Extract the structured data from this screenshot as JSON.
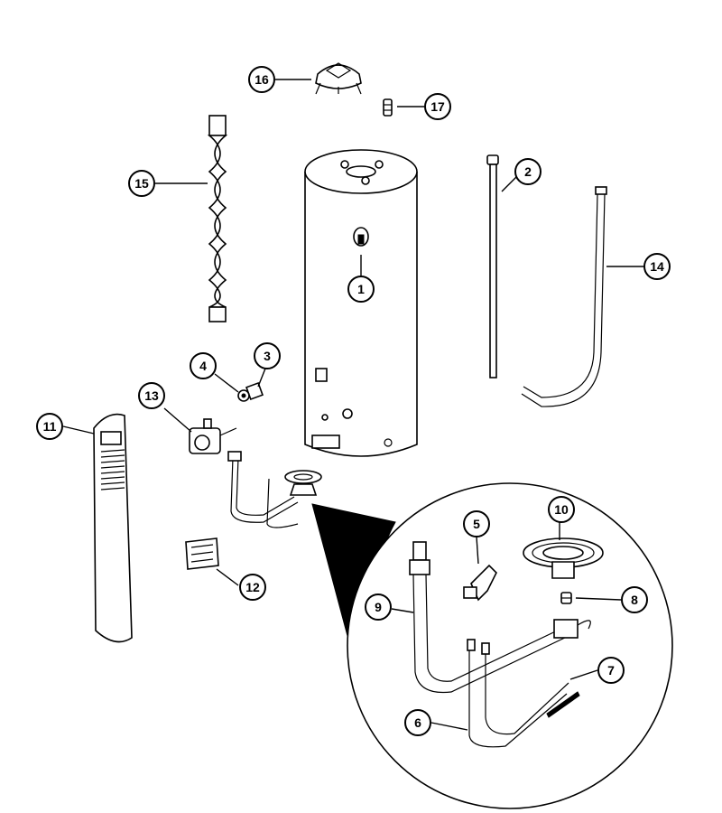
{
  "colors": {
    "line": "#000000",
    "background": "#ffffff"
  },
  "callouts": [
    {
      "id": "1",
      "label": "1"
    },
    {
      "id": "2",
      "label": "2"
    },
    {
      "id": "3",
      "label": "3"
    },
    {
      "id": "4",
      "label": "4"
    },
    {
      "id": "5",
      "label": "5"
    },
    {
      "id": "6",
      "label": "6"
    },
    {
      "id": "7",
      "label": "7"
    },
    {
      "id": "8",
      "label": "8"
    },
    {
      "id": "9",
      "label": "9"
    },
    {
      "id": "10",
      "label": "10"
    },
    {
      "id": "11",
      "label": "11"
    },
    {
      "id": "12",
      "label": "12"
    },
    {
      "id": "13",
      "label": "13"
    },
    {
      "id": "14",
      "label": "14"
    },
    {
      "id": "15",
      "label": "15"
    },
    {
      "id": "16",
      "label": "16"
    },
    {
      "id": "17",
      "label": "17"
    }
  ]
}
